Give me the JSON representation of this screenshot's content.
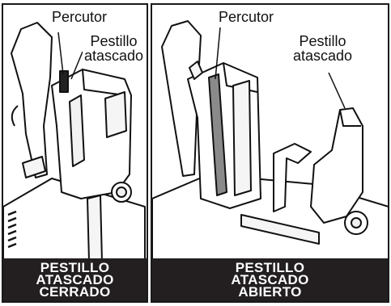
{
  "panels": [
    {
      "callout_striker": "Percutor",
      "callout_latch": [
        "Pestillo",
        "atascado"
      ],
      "caption": [
        "PESTILLO",
        "ATASCADO",
        "CERRADO"
      ]
    },
    {
      "callout_striker": "Percutor",
      "callout_latch": [
        "Pestillo",
        "atascado"
      ],
      "caption": [
        "PESTILLO",
        "ATASCADO",
        "ABIERTO"
      ]
    }
  ],
  "colors": {
    "caption_bg": "#231f20",
    "caption_text": "#ffffff",
    "line": "#111111",
    "striker_fill": "#8a8a8a"
  }
}
